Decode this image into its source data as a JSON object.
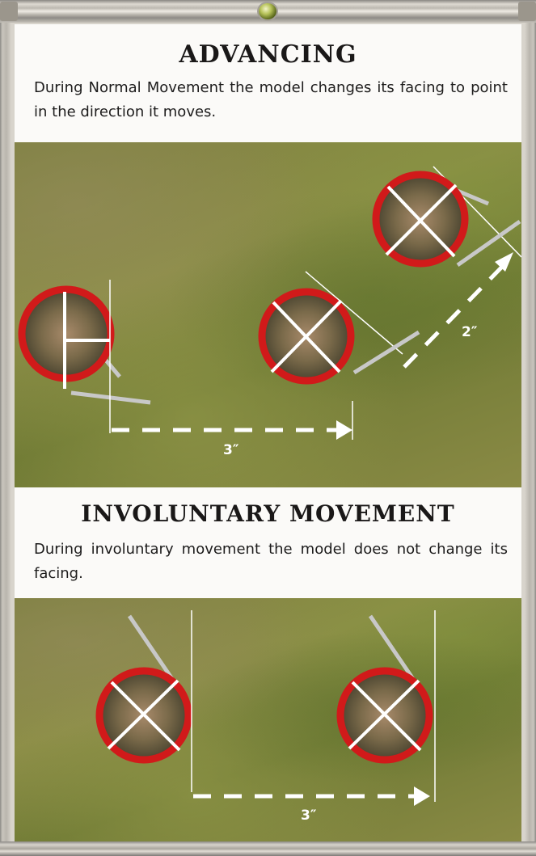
{
  "sections": [
    {
      "title": "ADVANCING",
      "text": "During Normal Movement the model changes its facing to point in the direction it moves.",
      "labels": [
        "3″",
        "2″"
      ]
    },
    {
      "title": "INVOLUNTARY MOVEMENT",
      "text": "During involuntary movement the model does not change its facing.",
      "labels": [
        "3″"
      ]
    }
  ],
  "colors": {
    "base_ring": "#d11a1a",
    "arrow": "#ffffff",
    "heading": "#1a1818"
  }
}
